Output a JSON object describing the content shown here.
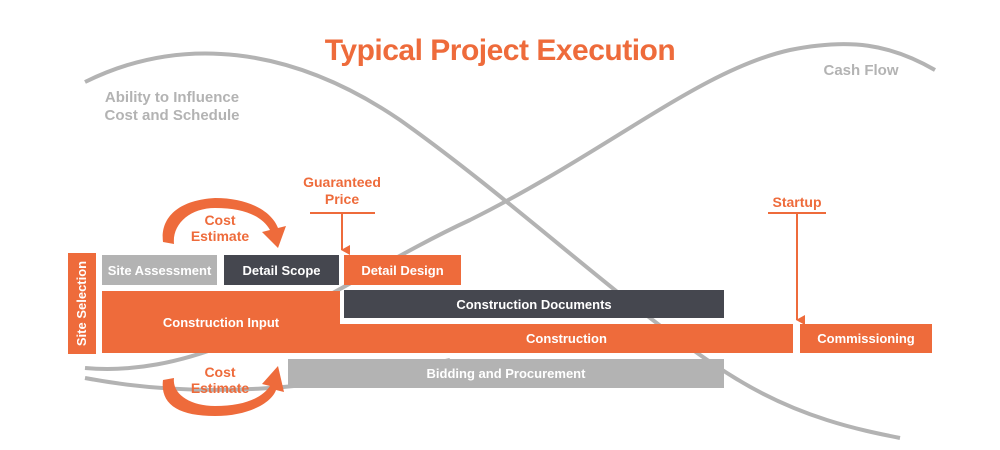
{
  "title": "Typical Project Execution",
  "curve_labels": {
    "influence_line1": "Ability to Influence",
    "influence_line2": "Cost and Schedule",
    "cash_flow": "Cash Flow"
  },
  "milestones": {
    "guaranteed_price_line1": "Guaranteed",
    "guaranteed_price_line2": "Price",
    "startup": "Startup"
  },
  "cost_estimate": {
    "line1": "Cost",
    "line2": "Estimate"
  },
  "phases": {
    "site_selection": "Site Selection",
    "site_assessment": "Site Assessment",
    "detail_scope": "Detail Scope",
    "detail_design": "Detail Design",
    "construction_input": "Construction Input",
    "construction_documents": "Construction Documents",
    "construction": "Construction",
    "commissioning": "Commissioning",
    "bidding_and_procurement": "Bidding and Procurement"
  },
  "colors": {
    "orange": "#ee6b3b",
    "dark": "#45474f",
    "grey": "#b3b3b3"
  }
}
